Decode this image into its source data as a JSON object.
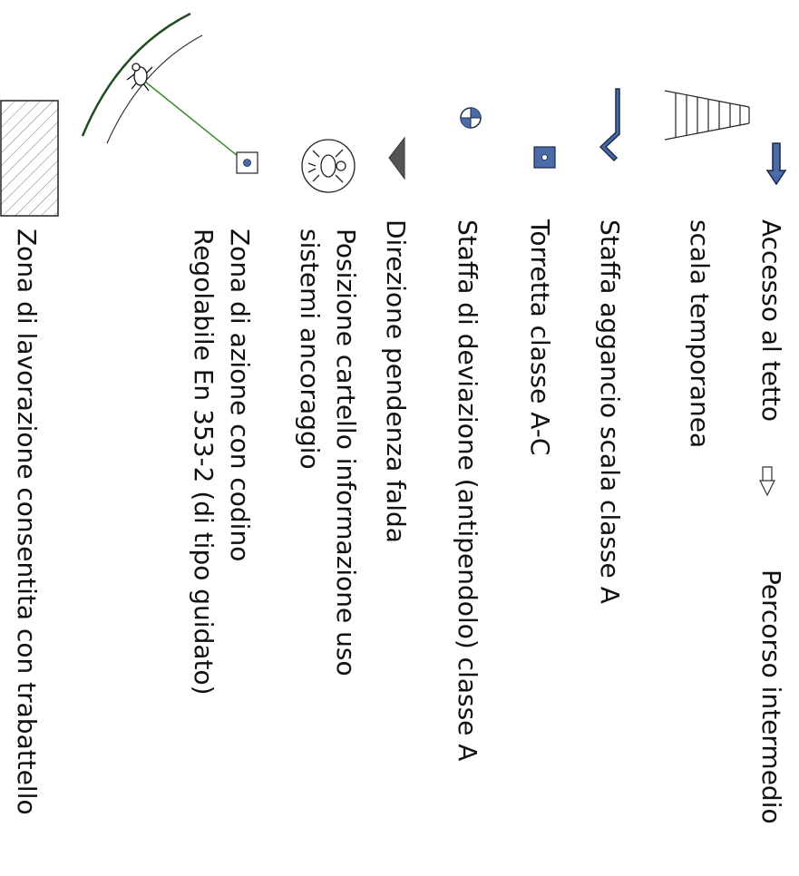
{
  "legend": {
    "items": [
      {
        "key": "roof_access",
        "label": "Accesso al tetto"
      },
      {
        "key": "intermediate_path",
        "label": "Percorso intermedio"
      },
      {
        "key": "temp_ladder",
        "label": "scala temporanea"
      },
      {
        "key": "ladder_hook_bracket",
        "label": "Staffa aggancio scala classe A"
      },
      {
        "key": "turret",
        "label": "Torretta classe A-C"
      },
      {
        "key": "deviation_bracket",
        "label": "Staffa di deviazione (antipendolo) classe A"
      },
      {
        "key": "slope_direction",
        "label": "Direzione pendenza falda"
      },
      {
        "key": "info_sign",
        "label": "Posizione cartello informazione uso"
      },
      {
        "key": "info_sign_line2",
        "label": "sistemi ancoraggio"
      },
      {
        "key": "action_zone",
        "label": "Zona di azione con codino"
      },
      {
        "key": "action_zone_line2",
        "label": "Regolabile En 353-2 (di tipo guidato)"
      },
      {
        "key": "work_zone",
        "label": "Zona di lavorazione consentita con trabattello"
      }
    ]
  },
  "colors": {
    "symbol_blue": "#4a6aa8",
    "line_green": "#3a8a2a",
    "roof_edge_green": "#1f4d1f",
    "slope_gray": "#555555"
  }
}
